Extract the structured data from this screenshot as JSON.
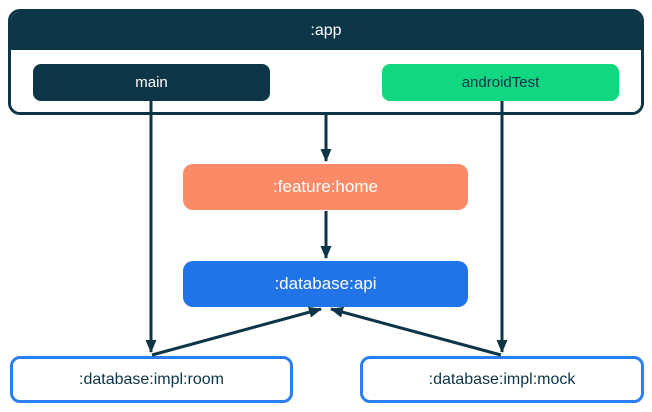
{
  "diagram": {
    "nodes": {
      "app": {
        "label": ":app"
      },
      "main": {
        "label": "main"
      },
      "androidTest": {
        "label": "androidTest"
      },
      "feature_home": {
        "label": ":feature:home"
      },
      "database_api": {
        "label": ":database:api"
      },
      "database_impl_room": {
        "label": ":database:impl:room"
      },
      "database_impl_mock": {
        "label": ":database:impl:mock"
      }
    },
    "edges": [
      {
        "from": ":app",
        "to": ":feature:home"
      },
      {
        "from": ":feature:home",
        "to": ":database:api"
      },
      {
        "from": "main",
        "to": ":database:impl:room"
      },
      {
        "from": "androidTest",
        "to": ":database:impl:mock"
      },
      {
        "from": ":database:impl:room",
        "to": ":database:api"
      },
      {
        "from": ":database:impl:mock",
        "to": ":database:api"
      }
    ],
    "colors": {
      "navy": "#0C3547",
      "green": "#10D780",
      "salmon": "#FB8A66",
      "blue": "#2173E8",
      "impl_border_blue": "#2B7DF2",
      "white": "#FFFFFF",
      "arrow": "#0C3547"
    }
  }
}
